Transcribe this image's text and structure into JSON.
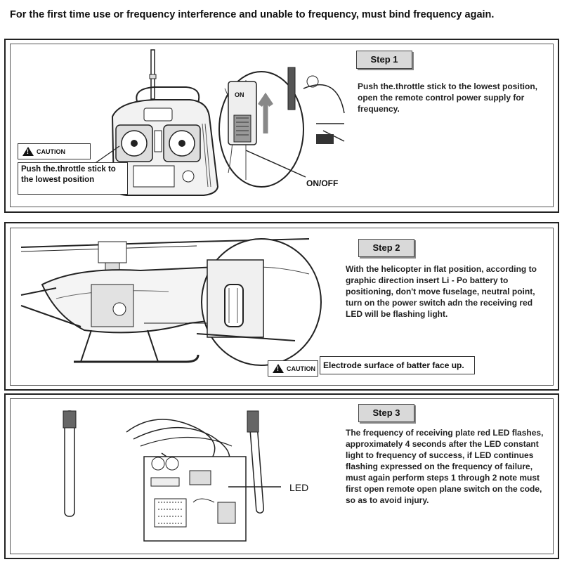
{
  "header": "For the first time use or frequency interference and unable to frequency, must bind frequency again.",
  "step1": {
    "badge": "Step 1",
    "text": "Push the.throttle stick to the lowest position, open the remote control power supply for frequency.",
    "caution": "CAUTION",
    "callout": "Push the.throttle stick to the lowest position",
    "switch_label": "ON/OFF",
    "switch_on_text": "ON"
  },
  "step2": {
    "badge": "Step 2",
    "text": "With the helicopter in flat position, according to graphic direction insert Li - Po battery to positioning, don't move fuselage, neutral point, turn on the power switch adn the receiving red LED will be flashing light.",
    "caution": "CAUTION",
    "callout": "Electrode surface of batter face up."
  },
  "step3": {
    "badge": "Step 3",
    "text": "The frequency of receiving plate red LED flashes, approximately 4 seconds after the LED constant light to frequency of success, if LED continues flashing expressed on the frequency of failure, must again perform steps 1 through 2 note must first open remote open plane switch on the code, so as to avoid injury.",
    "led_label": "LED"
  }
}
